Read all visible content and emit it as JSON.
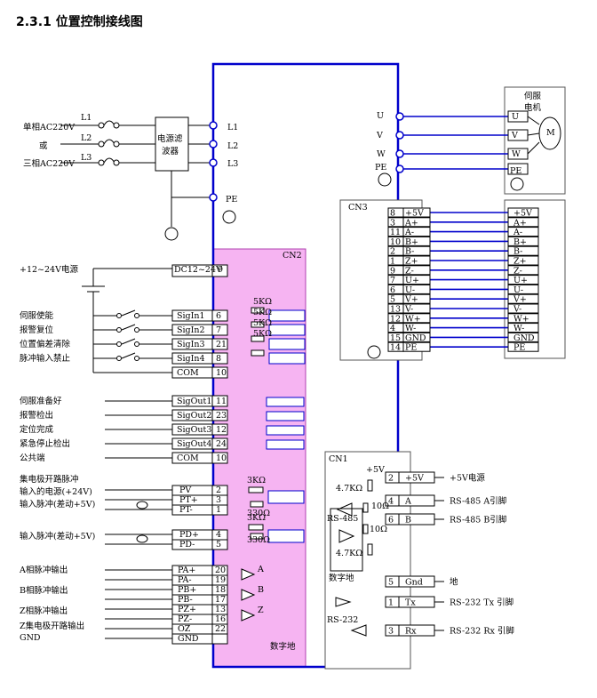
{
  "title": "2.3.1 位置控制接线图",
  "power": {
    "line1": "单相AC220V",
    "or": "或",
    "line3": "三相AC220V",
    "terms": [
      "L1",
      "L2",
      "L3"
    ],
    "filter": [
      "电源滤",
      "波器"
    ],
    "pe": "PE"
  },
  "motor": {
    "label": [
      "伺服",
      "电机"
    ],
    "symbol": "M",
    "terms": [
      "U",
      "V",
      "W",
      "PE"
    ]
  },
  "cn2_label": "CN2",
  "cn3_label": "CN3",
  "cn1_label": "CN1",
  "supply": {
    "desc": "+12~24V电源",
    "name": "DC12~24V",
    "pin": "9"
  },
  "resistors": [
    "5KΩ",
    "5KΩ",
    "5KΩ",
    "5KΩ"
  ],
  "inputs": [
    {
      "desc": "伺服使能",
      "name": "SigIn1",
      "pin": "6"
    },
    {
      "desc": "报警复位",
      "name": "SigIn2",
      "pin": "7"
    },
    {
      "desc": "位置偏差清除",
      "name": "SigIn3",
      "pin": "21"
    },
    {
      "desc": "脉冲输入禁止",
      "name": "SigIn4",
      "pin": "8"
    },
    {
      "desc": "",
      "name": "COM",
      "pin": "10"
    }
  ],
  "outputs": [
    {
      "desc": "伺服准备好",
      "name": "SigOut1",
      "pin": "11"
    },
    {
      "desc": "报警检出",
      "name": "SigOut2",
      "pin": "23"
    },
    {
      "desc": "定位完成",
      "name": "SigOut3",
      "pin": "12"
    },
    {
      "desc": "紧急停止检出",
      "name": "SigOut4",
      "pin": "24"
    },
    {
      "desc": "公共端",
      "name": "COM",
      "pin": "10"
    }
  ],
  "pulse": {
    "desc": [
      "集电极开路脉冲",
      "输入的电源(+24V)",
      "输入脉冲(差动+5V)",
      "输入脉冲(差动+5V)"
    ],
    "rows": [
      {
        "name": "PV",
        "pin": "2"
      },
      {
        "name": "PT+",
        "pin": "3"
      },
      {
        "name": "PT-",
        "pin": "1"
      },
      {
        "name": "PD+",
        "pin": "4"
      },
      {
        "name": "PD-",
        "pin": "5"
      }
    ],
    "r3k": [
      "3KΩ",
      "3KΩ"
    ],
    "r330": [
      "330Ω",
      "330Ω"
    ]
  },
  "encout": {
    "desc": [
      "A相脉冲输出",
      "B相脉冲输出",
      "Z相脉冲输出",
      "Z集电极开路输出",
      "GND"
    ],
    "rows": [
      {
        "name": "PA+",
        "pin": "20"
      },
      {
        "name": "PA-",
        "pin": "19"
      },
      {
        "name": "PB+",
        "pin": "18"
      },
      {
        "name": "PB-",
        "pin": "17"
      },
      {
        "name": "PZ+",
        "pin": "13"
      },
      {
        "name": "PZ-",
        "pin": "16"
      },
      {
        "name": "OZ",
        "pin": "22"
      },
      {
        "name": "GND",
        "pin": ""
      }
    ],
    "gates": [
      "A",
      "B",
      "Z"
    ],
    "digital_ground": "数字地"
  },
  "cn3": {
    "rows": [
      {
        "pin": "8",
        "name": "+5V"
      },
      {
        "pin": "3",
        "name": "A+"
      },
      {
        "pin": "11",
        "name": "A-"
      },
      {
        "pin": "10",
        "name": "B+"
      },
      {
        "pin": "2",
        "name": "B-"
      },
      {
        "pin": "1",
        "name": "Z+"
      },
      {
        "pin": "9",
        "name": "Z-"
      },
      {
        "pin": "7",
        "name": "U+"
      },
      {
        "pin": "6",
        "name": "U-"
      },
      {
        "pin": "5",
        "name": "V+"
      },
      {
        "pin": "13",
        "name": "V-"
      },
      {
        "pin": "12",
        "name": "W+"
      },
      {
        "pin": "4",
        "name": "W-"
      },
      {
        "pin": "15",
        "name": "GND"
      },
      {
        "pin": "14",
        "name": "PE"
      }
    ]
  },
  "cn1": {
    "plus5": "+5V",
    "r47": [
      "4.7KΩ",
      "4.7KΩ"
    ],
    "r10": [
      "10Ω",
      "10Ω"
    ],
    "rs485": "RS-485",
    "rs232": "RS-232",
    "dgnd": "数字地",
    "rows": [
      {
        "pin": "2",
        "name": "+5V",
        "desc": "+5V电源"
      },
      {
        "pin": "4",
        "name": "A",
        "desc": "RS-485 A引脚"
      },
      {
        "pin": "6",
        "name": "B",
        "desc": "RS-485 B引脚"
      },
      {
        "pin": "5",
        "name": "Gnd",
        "desc": "地"
      },
      {
        "pin": "1",
        "name": "Tx",
        "desc": "RS-232 Tx 引脚"
      },
      {
        "pin": "3",
        "name": "Rx",
        "desc": "RS-232 Rx 引脚"
      }
    ]
  },
  "colors": {
    "wire": "#0000cc",
    "cn2_fill": "#f4a6f0",
    "cn2_border": "#b040b0",
    "black": "#000000"
  }
}
